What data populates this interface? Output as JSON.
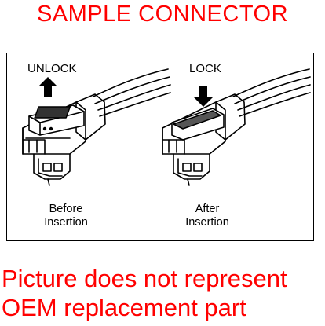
{
  "title": "SAMPLE CONNECTOR",
  "left_panel": {
    "action_label": "UNLOCK",
    "caption_line1": "Before",
    "caption_line2": "Insertion"
  },
  "right_panel": {
    "action_label": "LOCK",
    "caption_line1": "After",
    "caption_line2": "Insertion"
  },
  "disclaimer": {
    "line1": "Picture does not represent",
    "line2": "OEM replacement part"
  },
  "colors": {
    "title_text": "#ff0000",
    "disclaimer_text": "#ff0000",
    "drawing_stroke": "#000000"
  }
}
